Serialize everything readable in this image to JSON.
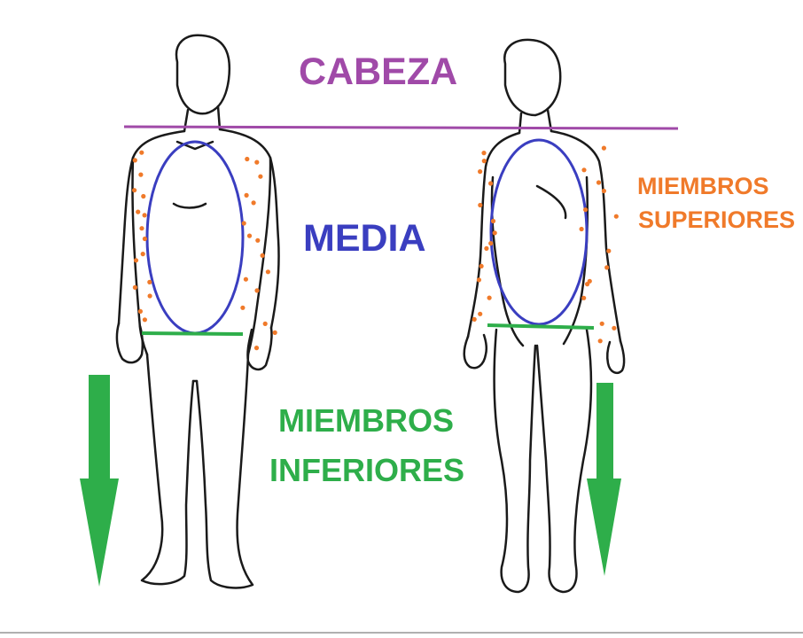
{
  "labels": {
    "cabeza": "CABEZA",
    "media": "MEDIA",
    "miembros_superiores_line1": "MIEMBROS",
    "miembros_superiores_line2": "SUPERIORES",
    "miembros_inferiores_line1": "MIEMBROS",
    "miembros_inferiores_line2": "INFERIORES"
  },
  "colors": {
    "cabeza": "#a04aa8",
    "media": "#3a3ec0",
    "miembros_superiores": "#f07a2a",
    "miembros_inferiores": "#2eae4a",
    "outline": "#1a1a1a",
    "background": "#ffffff"
  },
  "icons": {
    "head_line": "horizontal-line",
    "torso_marker": "ellipse",
    "arm_marker": "dots",
    "hip_line": "horizontal-line",
    "leg_marker": "down-arrow"
  }
}
